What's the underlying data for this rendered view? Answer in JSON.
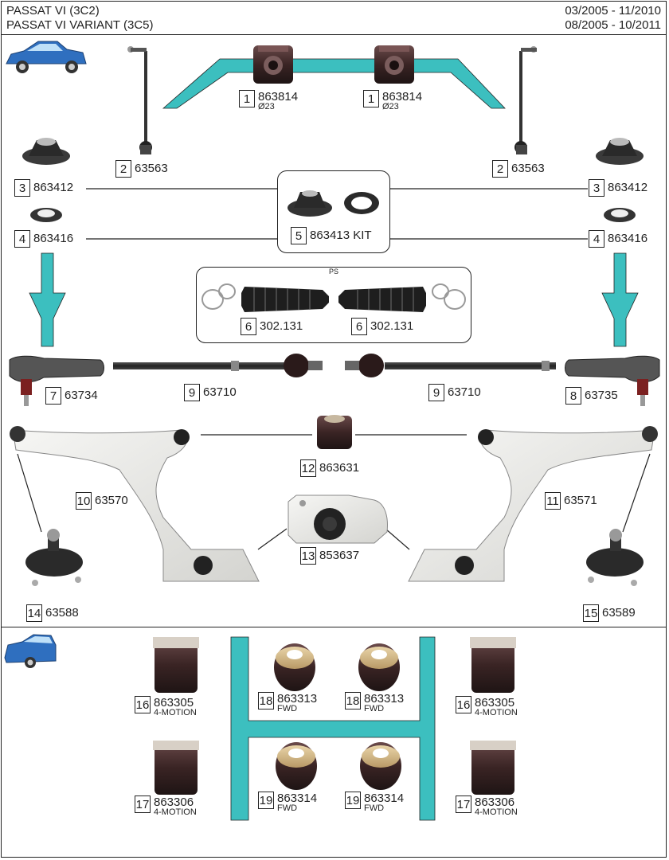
{
  "header": {
    "model_1": "PASSAT VI (3C2)",
    "model_2": "PASSAT VI VARIANT (3C5)",
    "date_1": "03/2005 - 11/2010",
    "date_2": "08/2005 - 10/2011"
  },
  "colors": {
    "accent": "#3cbfbf",
    "line": "#222222"
  },
  "parts": {
    "p1a": {
      "num": "1",
      "code": "863814",
      "sub": "Ø23"
    },
    "p1b": {
      "num": "1",
      "code": "863814",
      "sub": "Ø23"
    },
    "p2a": {
      "num": "2",
      "code": "63563"
    },
    "p2b": {
      "num": "2",
      "code": "63563"
    },
    "p3a": {
      "num": "3",
      "code": "863412"
    },
    "p3b": {
      "num": "3",
      "code": "863412"
    },
    "p4a": {
      "num": "4",
      "code": "863416"
    },
    "p4b": {
      "num": "4",
      "code": "863416"
    },
    "p5": {
      "num": "5",
      "code": "863413 KIT"
    },
    "ps_label": "PS",
    "p6a": {
      "num": "6",
      "code": "302.131"
    },
    "p6b": {
      "num": "6",
      "code": "302.131"
    },
    "p7": {
      "num": "7",
      "code": "63734"
    },
    "p8": {
      "num": "8",
      "code": "63735"
    },
    "p9a": {
      "num": "9",
      "code": "63710"
    },
    "p9b": {
      "num": "9",
      "code": "63710"
    },
    "p10": {
      "num": "10",
      "code": "63570"
    },
    "p11": {
      "num": "11",
      "code": "63571"
    },
    "p12": {
      "num": "12",
      "code": "863631"
    },
    "p13": {
      "num": "13",
      "code": "853637"
    },
    "p14": {
      "num": "14",
      "code": "63588"
    },
    "p15": {
      "num": "15",
      "code": "63589"
    },
    "p16a": {
      "num": "16",
      "code": "863305",
      "sub": "4-MOTION"
    },
    "p16b": {
      "num": "16",
      "code": "863305",
      "sub": "4-MOTION"
    },
    "p17a": {
      "num": "17",
      "code": "863306",
      "sub": "4-MOTION"
    },
    "p17b": {
      "num": "17",
      "code": "863306",
      "sub": "4-MOTION"
    },
    "p18a": {
      "num": "18",
      "code": "863313",
      "sub": "FWD"
    },
    "p18b": {
      "num": "18",
      "code": "863313",
      "sub": "FWD"
    },
    "p19a": {
      "num": "19",
      "code": "863314",
      "sub": "FWD"
    },
    "p19b": {
      "num": "19",
      "code": "863314",
      "sub": "FWD"
    }
  }
}
